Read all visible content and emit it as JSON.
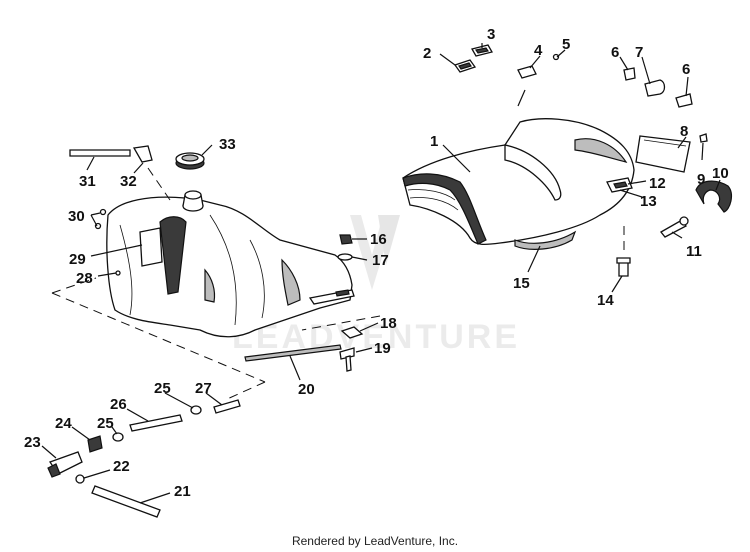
{
  "watermark": {
    "text": "LEADVENTURE"
  },
  "footer": {
    "text": "Rendered by LeadVenture, Inc."
  },
  "callouts": [
    "1",
    "2",
    "3",
    "4",
    "5",
    "6",
    "7",
    "6",
    "8",
    "9",
    "10",
    "11",
    "12",
    "13",
    "14",
    "15",
    "16",
    "17",
    "18",
    "19",
    "20",
    "21",
    "22",
    "23",
    "24",
    "25",
    "26",
    "25",
    "27",
    "28",
    "29",
    "30",
    "31",
    "32",
    "33"
  ]
}
